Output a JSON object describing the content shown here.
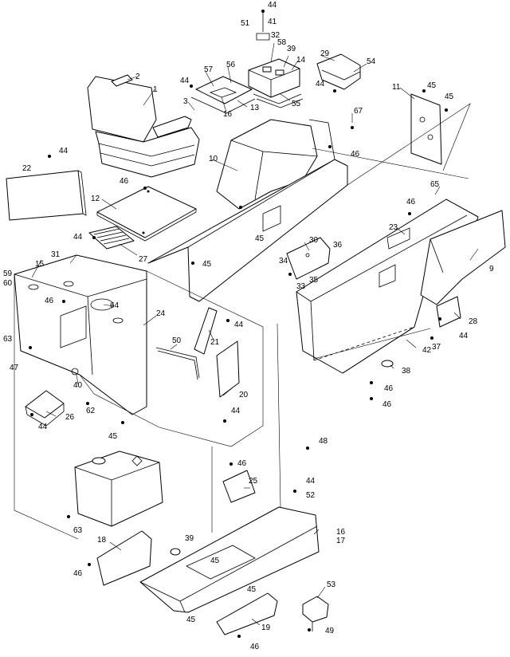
{
  "callouts": [
    {
      "id": "c44a",
      "text": "44"
    },
    {
      "id": "c51",
      "text": "51"
    },
    {
      "id": "c41",
      "text": "41"
    },
    {
      "id": "c32",
      "text": "32"
    },
    {
      "id": "c58",
      "text": "58"
    },
    {
      "id": "c39a",
      "text": "39"
    },
    {
      "id": "c14",
      "text": "14"
    },
    {
      "id": "c29",
      "text": "29"
    },
    {
      "id": "c54",
      "text": "54"
    },
    {
      "id": "c44b",
      "text": "44"
    },
    {
      "id": "c55",
      "text": "55"
    },
    {
      "id": "c2",
      "text": "2"
    },
    {
      "id": "c1",
      "text": "1"
    },
    {
      "id": "c44c",
      "text": "44"
    },
    {
      "id": "c57",
      "text": "57"
    },
    {
      "id": "c56",
      "text": "56"
    },
    {
      "id": "c3",
      "text": "3"
    },
    {
      "id": "c16a",
      "text": "16"
    },
    {
      "id": "c13",
      "text": "13"
    },
    {
      "id": "c11",
      "text": "11"
    },
    {
      "id": "c45a",
      "text": "45"
    },
    {
      "id": "c45b",
      "text": "45"
    },
    {
      "id": "c67",
      "text": "67"
    },
    {
      "id": "c46a",
      "text": "46"
    },
    {
      "id": "c44d",
      "text": "44"
    },
    {
      "id": "c22",
      "text": "22"
    },
    {
      "id": "c10",
      "text": "10"
    },
    {
      "id": "c46b",
      "text": "46"
    },
    {
      "id": "c12",
      "text": "12"
    },
    {
      "id": "c65",
      "text": "65"
    },
    {
      "id": "c46c",
      "text": "46"
    },
    {
      "id": "c45c",
      "text": "45"
    },
    {
      "id": "c23",
      "text": "23"
    },
    {
      "id": "c44e",
      "text": "44"
    },
    {
      "id": "c27",
      "text": "27"
    },
    {
      "id": "c30",
      "text": "30"
    },
    {
      "id": "c36",
      "text": "36"
    },
    {
      "id": "c9",
      "text": "9"
    },
    {
      "id": "c31",
      "text": "31"
    },
    {
      "id": "c45d",
      "text": "45"
    },
    {
      "id": "c34",
      "text": "34"
    },
    {
      "id": "c35",
      "text": "35"
    },
    {
      "id": "c33",
      "text": "33"
    },
    {
      "id": "c59",
      "text": "59"
    },
    {
      "id": "c60",
      "text": "60"
    },
    {
      "id": "c15",
      "text": "15"
    },
    {
      "id": "c46d",
      "text": "46"
    },
    {
      "id": "c64",
      "text": "64"
    },
    {
      "id": "c24",
      "text": "24"
    },
    {
      "id": "c44f",
      "text": "44"
    },
    {
      "id": "c28",
      "text": "28"
    },
    {
      "id": "c21",
      "text": "21"
    },
    {
      "id": "c44g",
      "text": "44"
    },
    {
      "id": "c37",
      "text": "37"
    },
    {
      "id": "c63a",
      "text": "63"
    },
    {
      "id": "c50",
      "text": "50"
    },
    {
      "id": "c42",
      "text": "42"
    },
    {
      "id": "c47",
      "text": "47"
    },
    {
      "id": "c38",
      "text": "38"
    },
    {
      "id": "c40",
      "text": "40"
    },
    {
      "id": "c46e",
      "text": "46"
    },
    {
      "id": "c20",
      "text": "20"
    },
    {
      "id": "c46f",
      "text": "46"
    },
    {
      "id": "c62",
      "text": "62"
    },
    {
      "id": "c26",
      "text": "26"
    },
    {
      "id": "c44h",
      "text": "44"
    },
    {
      "id": "c44i",
      "text": "44"
    },
    {
      "id": "c45e",
      "text": "45"
    },
    {
      "id": "c48",
      "text": "48"
    },
    {
      "id": "c46g",
      "text": "46"
    },
    {
      "id": "c25",
      "text": "25"
    },
    {
      "id": "c44j",
      "text": "44"
    },
    {
      "id": "c52",
      "text": "52"
    },
    {
      "id": "c63b",
      "text": "63"
    },
    {
      "id": "c16b",
      "text": "16"
    },
    {
      "id": "c17",
      "text": "17"
    },
    {
      "id": "c18",
      "text": "18"
    },
    {
      "id": "c39b",
      "text": "39"
    },
    {
      "id": "c45f",
      "text": "45"
    },
    {
      "id": "c46h",
      "text": "46"
    },
    {
      "id": "c45g",
      "text": "45"
    },
    {
      "id": "c53",
      "text": "53"
    },
    {
      "id": "c45h",
      "text": "45"
    },
    {
      "id": "c19",
      "text": "19"
    },
    {
      "id": "c49",
      "text": "49"
    },
    {
      "id": "c46i",
      "text": "46"
    }
  ]
}
